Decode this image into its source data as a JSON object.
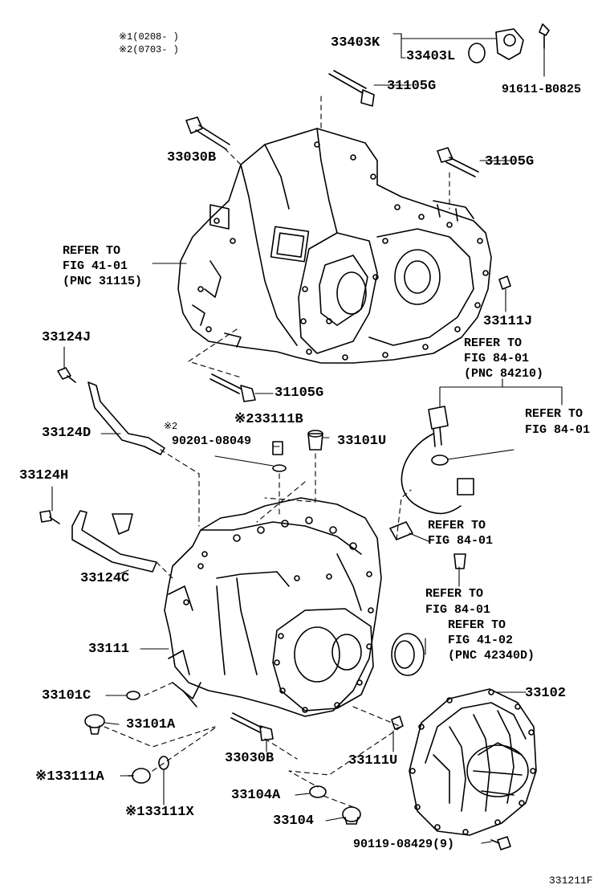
{
  "notes": {
    "note1": "※1(0208-    )",
    "note2": "※2(0703-    )"
  },
  "parts": {
    "p33403K": "33403K",
    "p33403L": "33403L",
    "p91611": "91611-B0825",
    "p31105G_top": "31105G",
    "p33030B_top": "33030B",
    "p31105G_right": "31105G",
    "p33111J": "33111J",
    "p33124J": "33124J",
    "p31105G_mid": "31105G",
    "p33124D": "33124D",
    "p33111B": "※233111B",
    "p90201": "90201-08049",
    "p33101U": "33101U",
    "p33124H": "33124H",
    "p33124C": "33124C",
    "p33111": "33111",
    "p33101C": "33101C",
    "p33101A": "33101A",
    "p33030B_bot": "33030B",
    "p33111U": "33111U",
    "p33111A": "※133111A",
    "p33104A": "33104A",
    "p33111X": "※133111X",
    "p33104": "33104",
    "p33102": "33102",
    "p90119": "90119-08429(9)",
    "mark2": "※2"
  },
  "refs": {
    "ref_a1": "REFER TO",
    "ref_a2": "FIG 41-01",
    "ref_a3": "(PNC 31115)",
    "ref_b1": "REFER TO",
    "ref_b2": "FIG 84-01",
    "ref_b3": "(PNC 84210)",
    "ref_c1": "REFER TO",
    "ref_c2": "FIG 84-01",
    "ref_d1": "REFER TO",
    "ref_d2": "FIG 84-01",
    "ref_e1": "REFER TO",
    "ref_e2": "FIG 84-01",
    "ref_f1": "REFER TO",
    "ref_f2": "FIG 41-02",
    "ref_f3": "(PNC 42340D)"
  },
  "footer": {
    "figure_id": "331211F"
  }
}
